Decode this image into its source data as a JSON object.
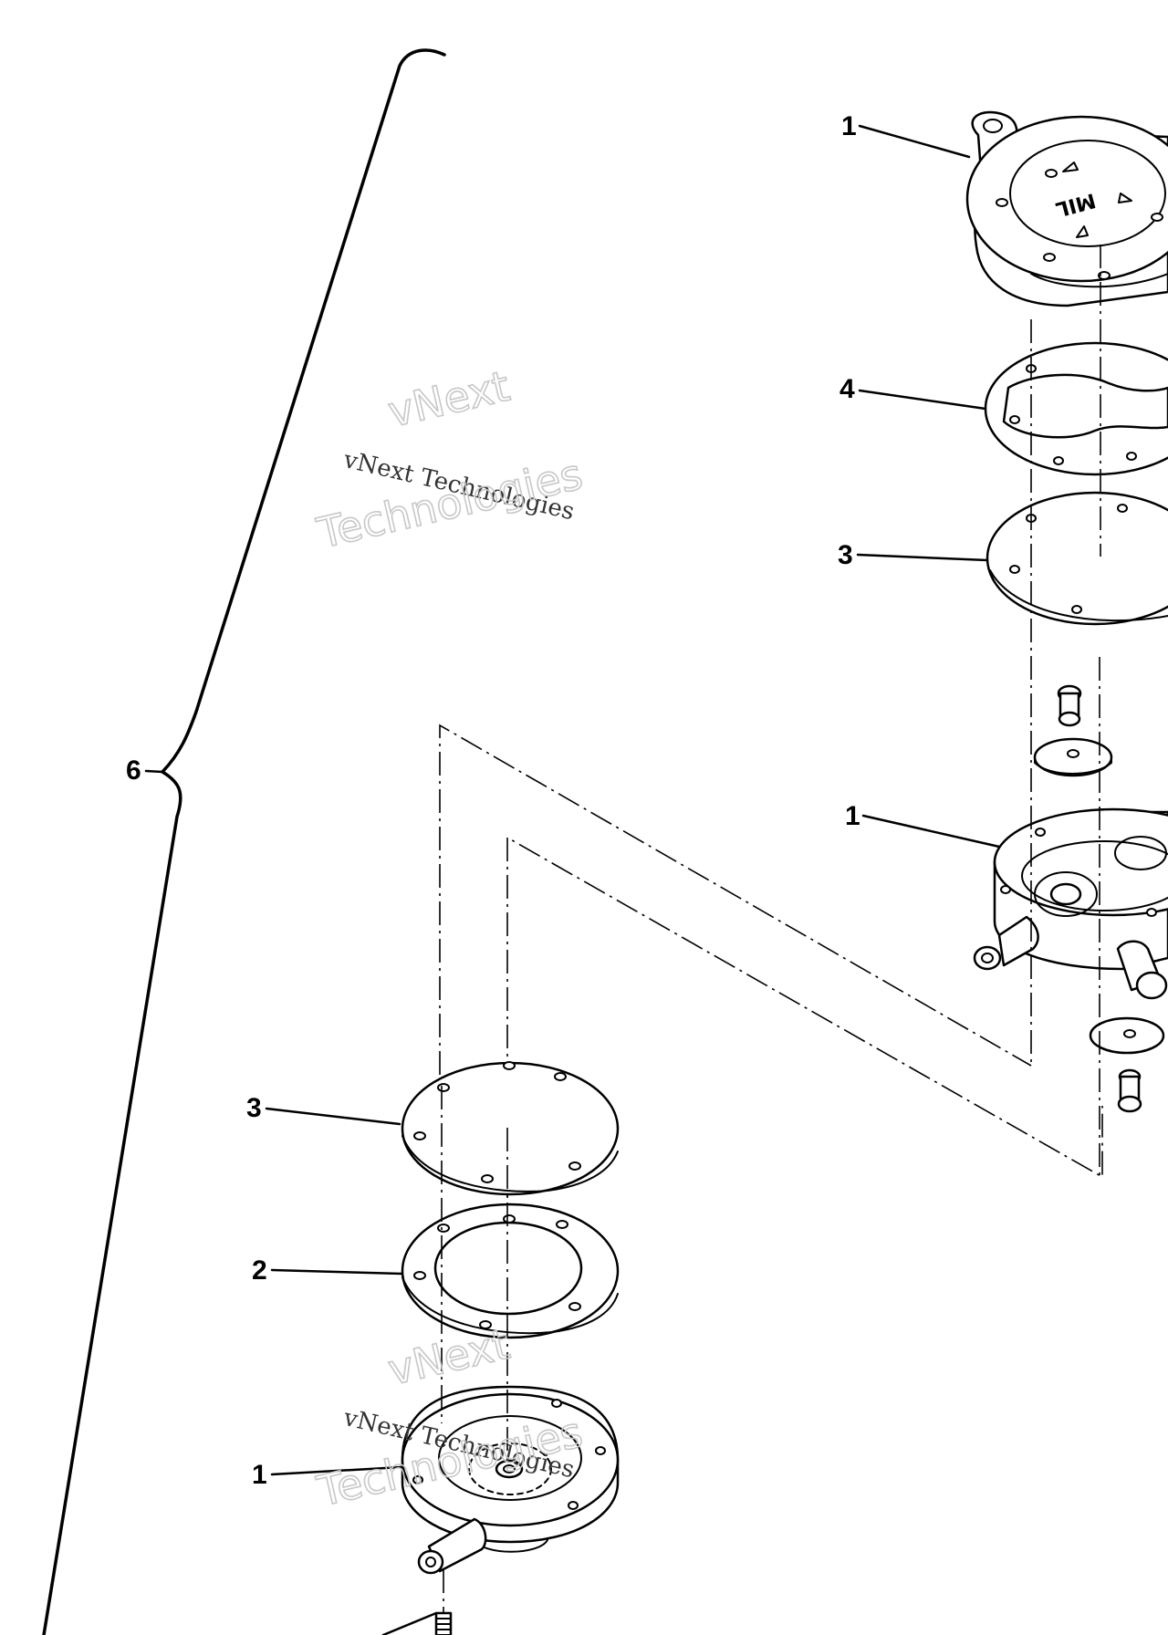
{
  "diagram": {
    "callouts": {
      "assembly": "6",
      "top_cover": "1",
      "top_gasket": "4",
      "top_diaphragm": "3",
      "middle_body": "1",
      "lower_diaphragm": "3",
      "lower_gasket": "2",
      "bottom_body": "1"
    },
    "cover_stamp": "MIL",
    "watermarks": [
      {
        "outline_top": "vNext",
        "serif": "vNext Technologies",
        "outline_bottom": "Technologies"
      },
      {
        "outline_top": "vNext",
        "serif": "vNext Technologies",
        "outline_bottom": "Technologies"
      }
    ]
  }
}
